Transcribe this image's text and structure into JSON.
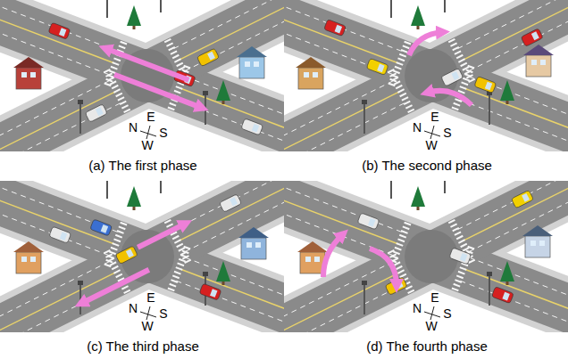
{
  "diagram": {
    "labels": [
      "N",
      "E",
      "S",
      "W",
      "(a) The first phase",
      "N",
      "E",
      "S",
      "W",
      "(b) The second phase",
      "N",
      "E",
      "S",
      "W",
      "(c) The third phase",
      "N",
      "E",
      "S",
      "W",
      "(d) The fourth phase"
    ]
  }
}
